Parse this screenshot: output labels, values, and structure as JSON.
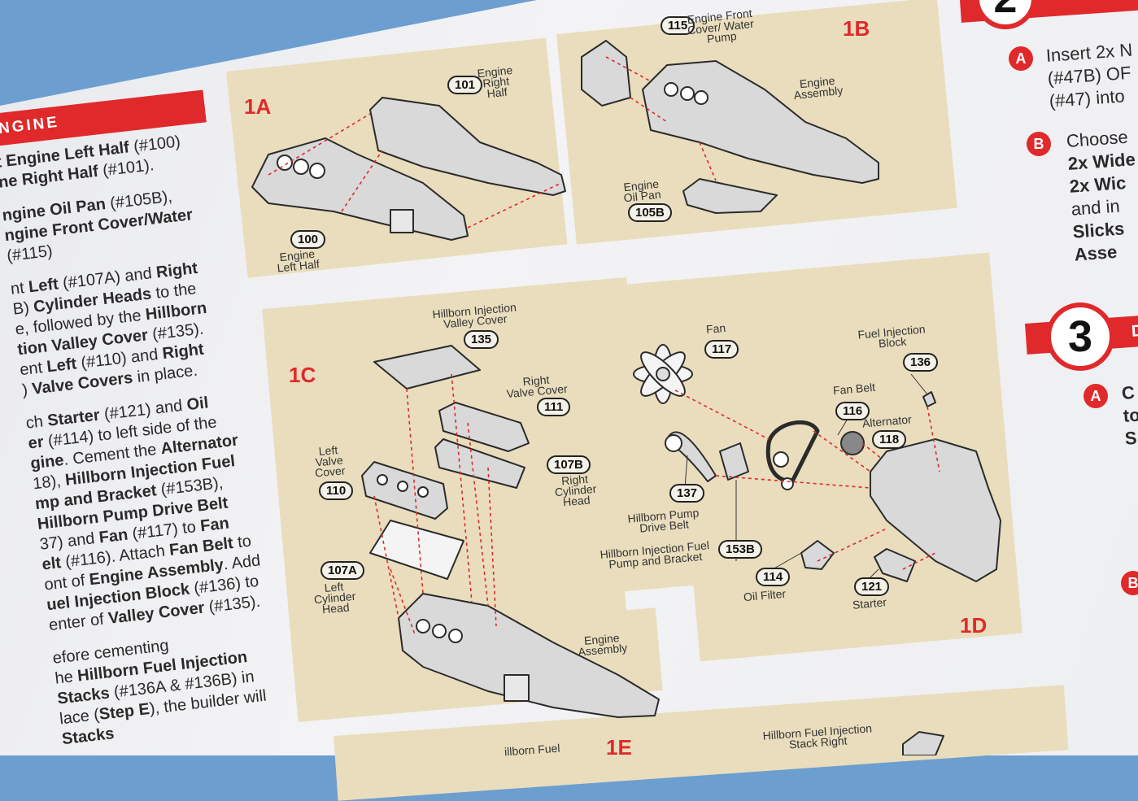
{
  "left_column": {
    "header": "NGINE",
    "p1_a": "t Engine Left Half",
    "p1_b": " (#100)",
    "p1_c": "ne Right Half",
    "p1_d": " (#101).",
    "p2_a": "ngine Oil Pan",
    "p2_b": " (#105B),",
    "p2_c": "ngine Front Cover/Water",
    "p2_d": " (#115)",
    "p3_a": "nt ",
    "p3_b": "Left",
    "p3_c": " (#107A) and ",
    "p3_d": "Right",
    "p3_e": "B) ",
    "p3_f": "Cylinder Heads",
    "p3_g": " to the",
    "p3_h": "e, followed by the ",
    "p3_i": "Hillborn",
    "p3_j": "tion Valley Cover",
    "p3_k": " (#135).",
    "p3_l": "ent ",
    "p3_m": "Left",
    "p3_n": " (#110) and ",
    "p3_o": "Right",
    "p3_p": ") ",
    "p3_q": "Valve Covers",
    "p3_r": " in place.",
    "p4_a": "ch ",
    "p4_b": "Starter",
    "p4_c": " (#121) and ",
    "p4_d": "Oil",
    "p4_e": "er",
    "p4_f": " (#114) to left side of the",
    "p4_g": "gine",
    "p4_h": ". Cement the ",
    "p4_i": "Alternator",
    "p4_j": "18), ",
    "p4_k": "Hillborn Injection Fuel",
    "p4_l": "mp and Bracket",
    "p4_m": " (#153B),",
    "p4_n": " Hillborn Pump Drive Belt",
    "p4_o": "37) and ",
    "p4_p": "Fan",
    "p4_q": " (#117) to ",
    "p4_r": "Fan",
    "p4_s": "elt",
    "p4_t": " (#116). Attach ",
    "p4_u": "Fan Belt",
    "p4_v": " to",
    "p4_w": "ont of ",
    "p4_x": "Engine Assembly",
    "p4_y": ". Add",
    "p4_z": "uel Injection Block",
    "p4_aa": " (#136) to",
    "p4_ab": "enter of ",
    "p4_ac": "Valley Cover",
    "p4_ad": " (#135).",
    "p5_a": "efore cementing",
    "p5_b": "he ",
    "p5_c": "Hillborn Fuel Injection",
    "p5_d": "Stacks",
    "p5_e": " (#136A & #136B) in",
    "p5_f": "lace (",
    "p5_g": "Step E",
    "p5_h": "), the builder will",
    "p5_i": "Stacks"
  },
  "panels": {
    "p1a": {
      "label": "1A",
      "callouts": [
        "101",
        "100"
      ],
      "labels": [
        "Engine\nRight\nHalf",
        "Engine\nLeft Half"
      ]
    },
    "p1b": {
      "label": "1B",
      "callouts": [
        "115",
        "105B"
      ],
      "labels": [
        "Engine Front\nCover/ Water\nPump",
        "Engine\nAssembly",
        "Engine\nOil Pan"
      ]
    },
    "p1c": {
      "label": "1C",
      "callouts": [
        "135",
        "111",
        "107B",
        "110",
        "107A"
      ],
      "labels": [
        "Hillborn Injection\nValley Cover",
        "Right\nValve Cover",
        "Right\nCylinder\nHead",
        "Left\nValve\nCover",
        "Left\nCylinder\nHead",
        "Engine\nAssembly"
      ]
    },
    "p1d": {
      "label": "1D",
      "callouts": [
        "117",
        "136",
        "116",
        "118",
        "137",
        "153B",
        "114",
        "121"
      ],
      "labels": [
        "Fan",
        "Fuel Injection\nBlock",
        "Fan Belt",
        "Alternator",
        "Hillborn Pump\nDrive Belt",
        "Hillborn Injection Fuel\nPump and Bracket",
        "Oil Filter",
        "Starter"
      ]
    },
    "p1e": {
      "label": "1E",
      "labels": [
        "Hillborn Fuel Injection\nStack Right",
        "illborn Fuel"
      ]
    }
  },
  "right_column": {
    "step2_number": "2",
    "step2_a_badge": "A",
    "step2_a_text": "Insert 2x N\n(#47B) OF\n(#47) into",
    "step2_b_badge": "B",
    "step2_b_text_1": "Choose",
    "step2_b_text_2": "2x Wide",
    "step2_b_text_3": "2x Wic",
    "step2_b_text_4": "and in",
    "step2_b_text_5": "Slicks",
    "step2_b_text_6": "Asse",
    "step3_number": "3",
    "step3_banner": "D",
    "step3_a_badge": "A",
    "step3_a_text": "C\nto\nS",
    "step3_b_badge": "B"
  },
  "colors": {
    "accent_red": "#e0292b",
    "panel_tan": "#e9ddbd",
    "background_blue": "#6c9ed0"
  }
}
